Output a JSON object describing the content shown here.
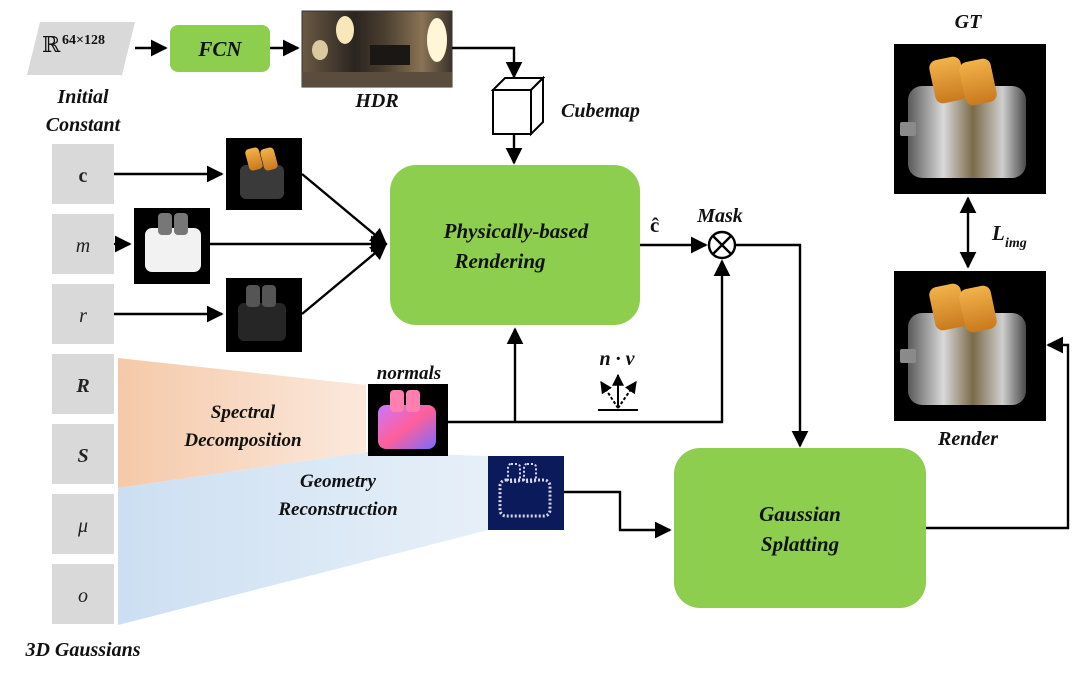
{
  "input": {
    "symbol": "ℝ",
    "superscript": "64×128",
    "caption_line1": "Initial",
    "caption_line2": "Constant"
  },
  "fcn": {
    "label": "FCN"
  },
  "hdr": {
    "label": "HDR"
  },
  "cubemap": {
    "label": "Cubemap"
  },
  "attributes": [
    "c",
    "m",
    "r",
    "R",
    "S",
    "μ",
    "o"
  ],
  "gaussians_label": "3D Gaussians",
  "pbr": {
    "line1": "Physically-based",
    "line2": "Rendering"
  },
  "chat": "ĉ",
  "mask": {
    "label": "Mask"
  },
  "normals": {
    "label": "normals"
  },
  "ndotv": {
    "label": "n · v"
  },
  "spectral": {
    "line1": "Spectral",
    "line2": "Decomposition"
  },
  "geometry": {
    "line1": "Geometry",
    "line2": "Reconstruction"
  },
  "gs": {
    "line1": "Gaussian",
    "line2": "Splatting"
  },
  "gt": {
    "label": "GT"
  },
  "render": {
    "label": "Render"
  },
  "loss": {
    "base": "L",
    "sub": "img"
  },
  "colors": {
    "green": "#8DCE4F",
    "gray": "#D9D9D9",
    "orange_wedge": "#F5C9A8",
    "blue_wedge": "#CFE0F2"
  }
}
